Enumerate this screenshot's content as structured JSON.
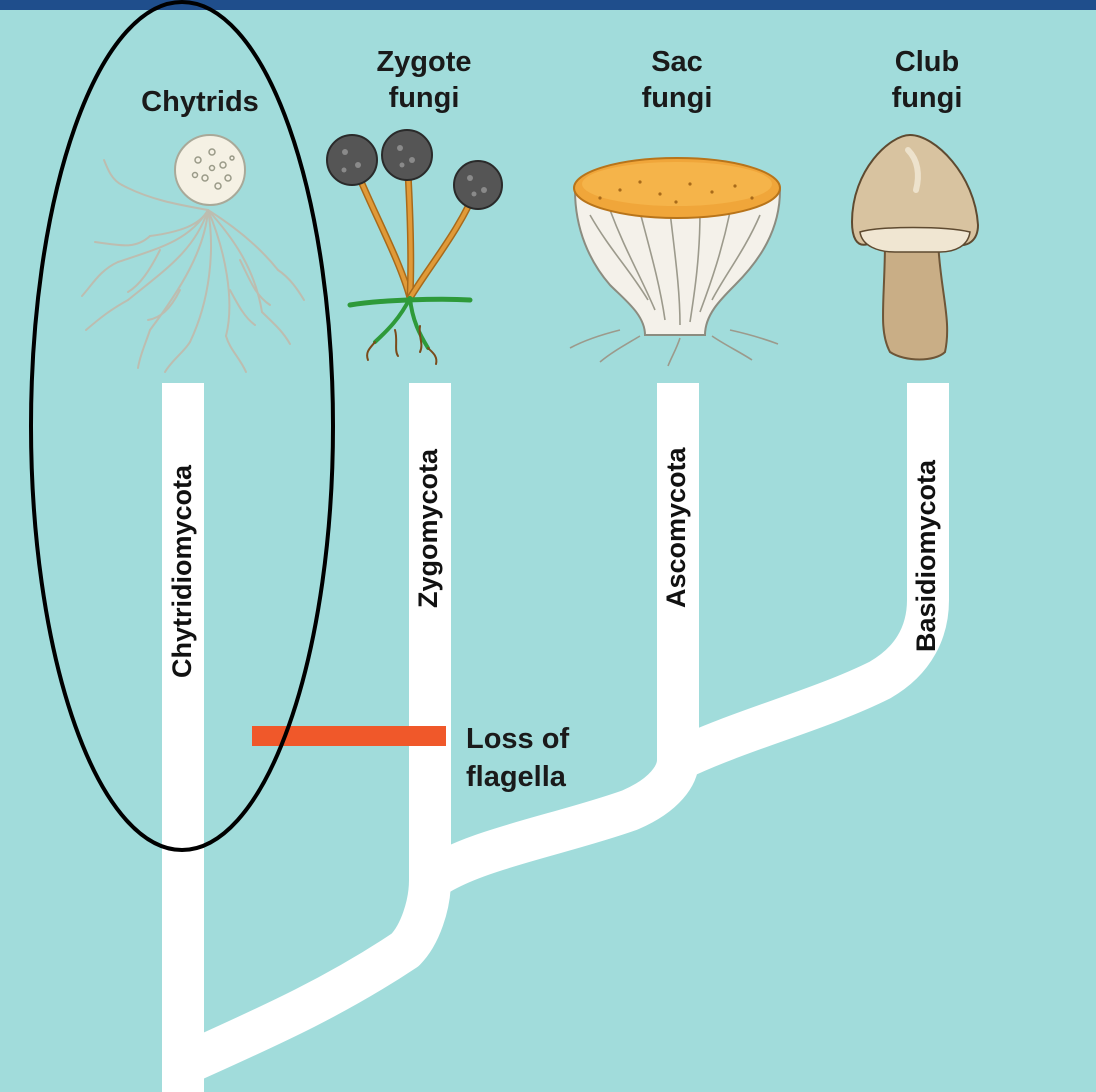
{
  "colors": {
    "background": "#a1dcdb",
    "top_bar": "#1f4e8c",
    "branch": "#ffffff",
    "loss_marker": "#f0582a",
    "highlight_ellipse": "#000000"
  },
  "groups": [
    {
      "common_name": "Chytrids",
      "phylum": "Chytridiomycota",
      "icon": "chytrid-sporangium-icon"
    },
    {
      "common_name": "Zygote\nfungi",
      "phylum": "Zygomycota",
      "icon": "zygomycete-sporangia-icon"
    },
    {
      "common_name": "Sac\nfungi",
      "phylum": "Ascomycota",
      "icon": "cup-fungus-icon"
    },
    {
      "common_name": "Club\nfungi",
      "phylum": "Basidiomycota",
      "icon": "mushroom-icon"
    }
  ],
  "event": {
    "label": "Loss of\nflagella"
  },
  "highlight": {
    "target": "Chytrids"
  }
}
